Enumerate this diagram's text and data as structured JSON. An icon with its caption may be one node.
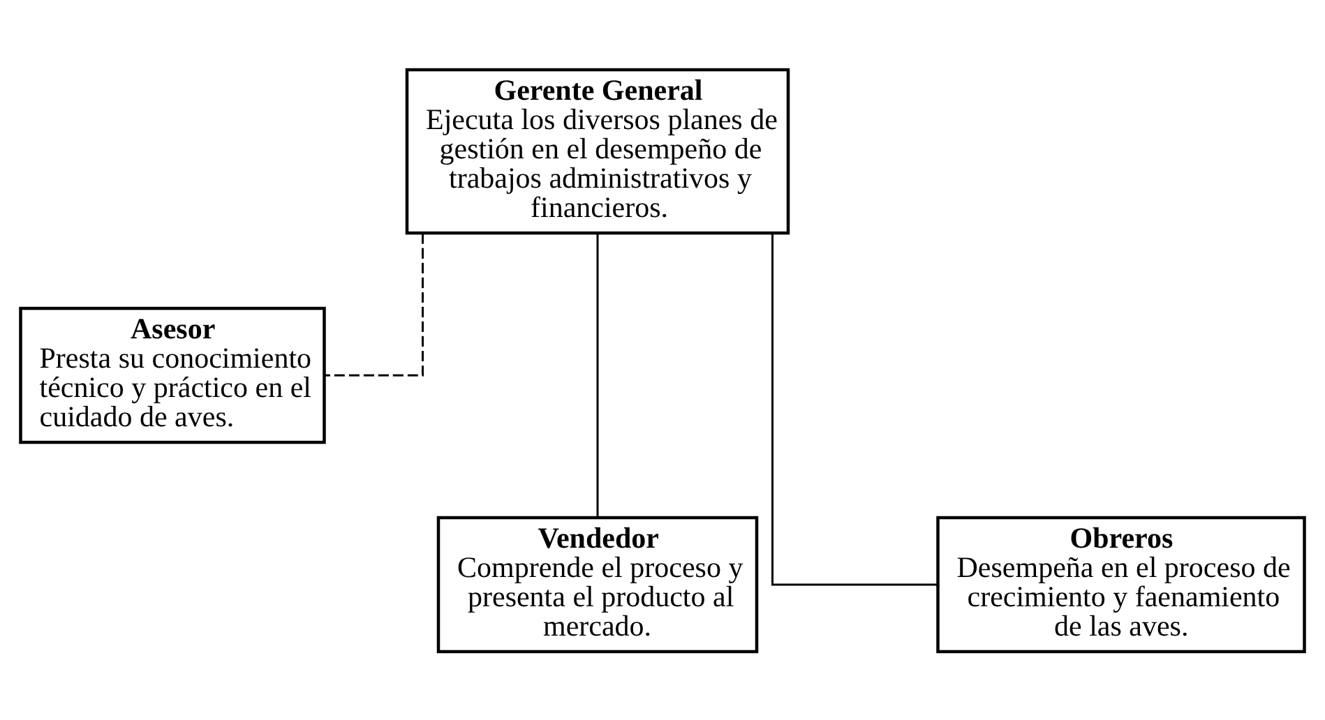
{
  "diagram": {
    "nodes": [
      {
        "text": [
          "Gerente General",
          "Ejecuta los diversos planes de gestión en el desempeño de trabajos administrativos y financieros."
        ]
      },
      {
        "text": [
          "Asesor",
          "Presta su conocimiento técnico y práctico en el cuidado de aves."
        ]
      },
      {
        "text": [
          "Vendedor",
          "Comprende el proceso y presenta el producto al mercado."
        ]
      },
      {
        "text": [
          "Obreros",
          "Desempeña en el proceso de crecimiento y faenamiento de las aves."
        ]
      }
    ],
    "edges": [
      {
        "from": 0,
        "to": 1,
        "arrow": "none",
        "style": "dashed"
      },
      {
        "from": 0,
        "to": 2,
        "arrow": "none"
      },
      {
        "from": 0,
        "to": 3,
        "arrow": "none"
      }
    ]
  }
}
